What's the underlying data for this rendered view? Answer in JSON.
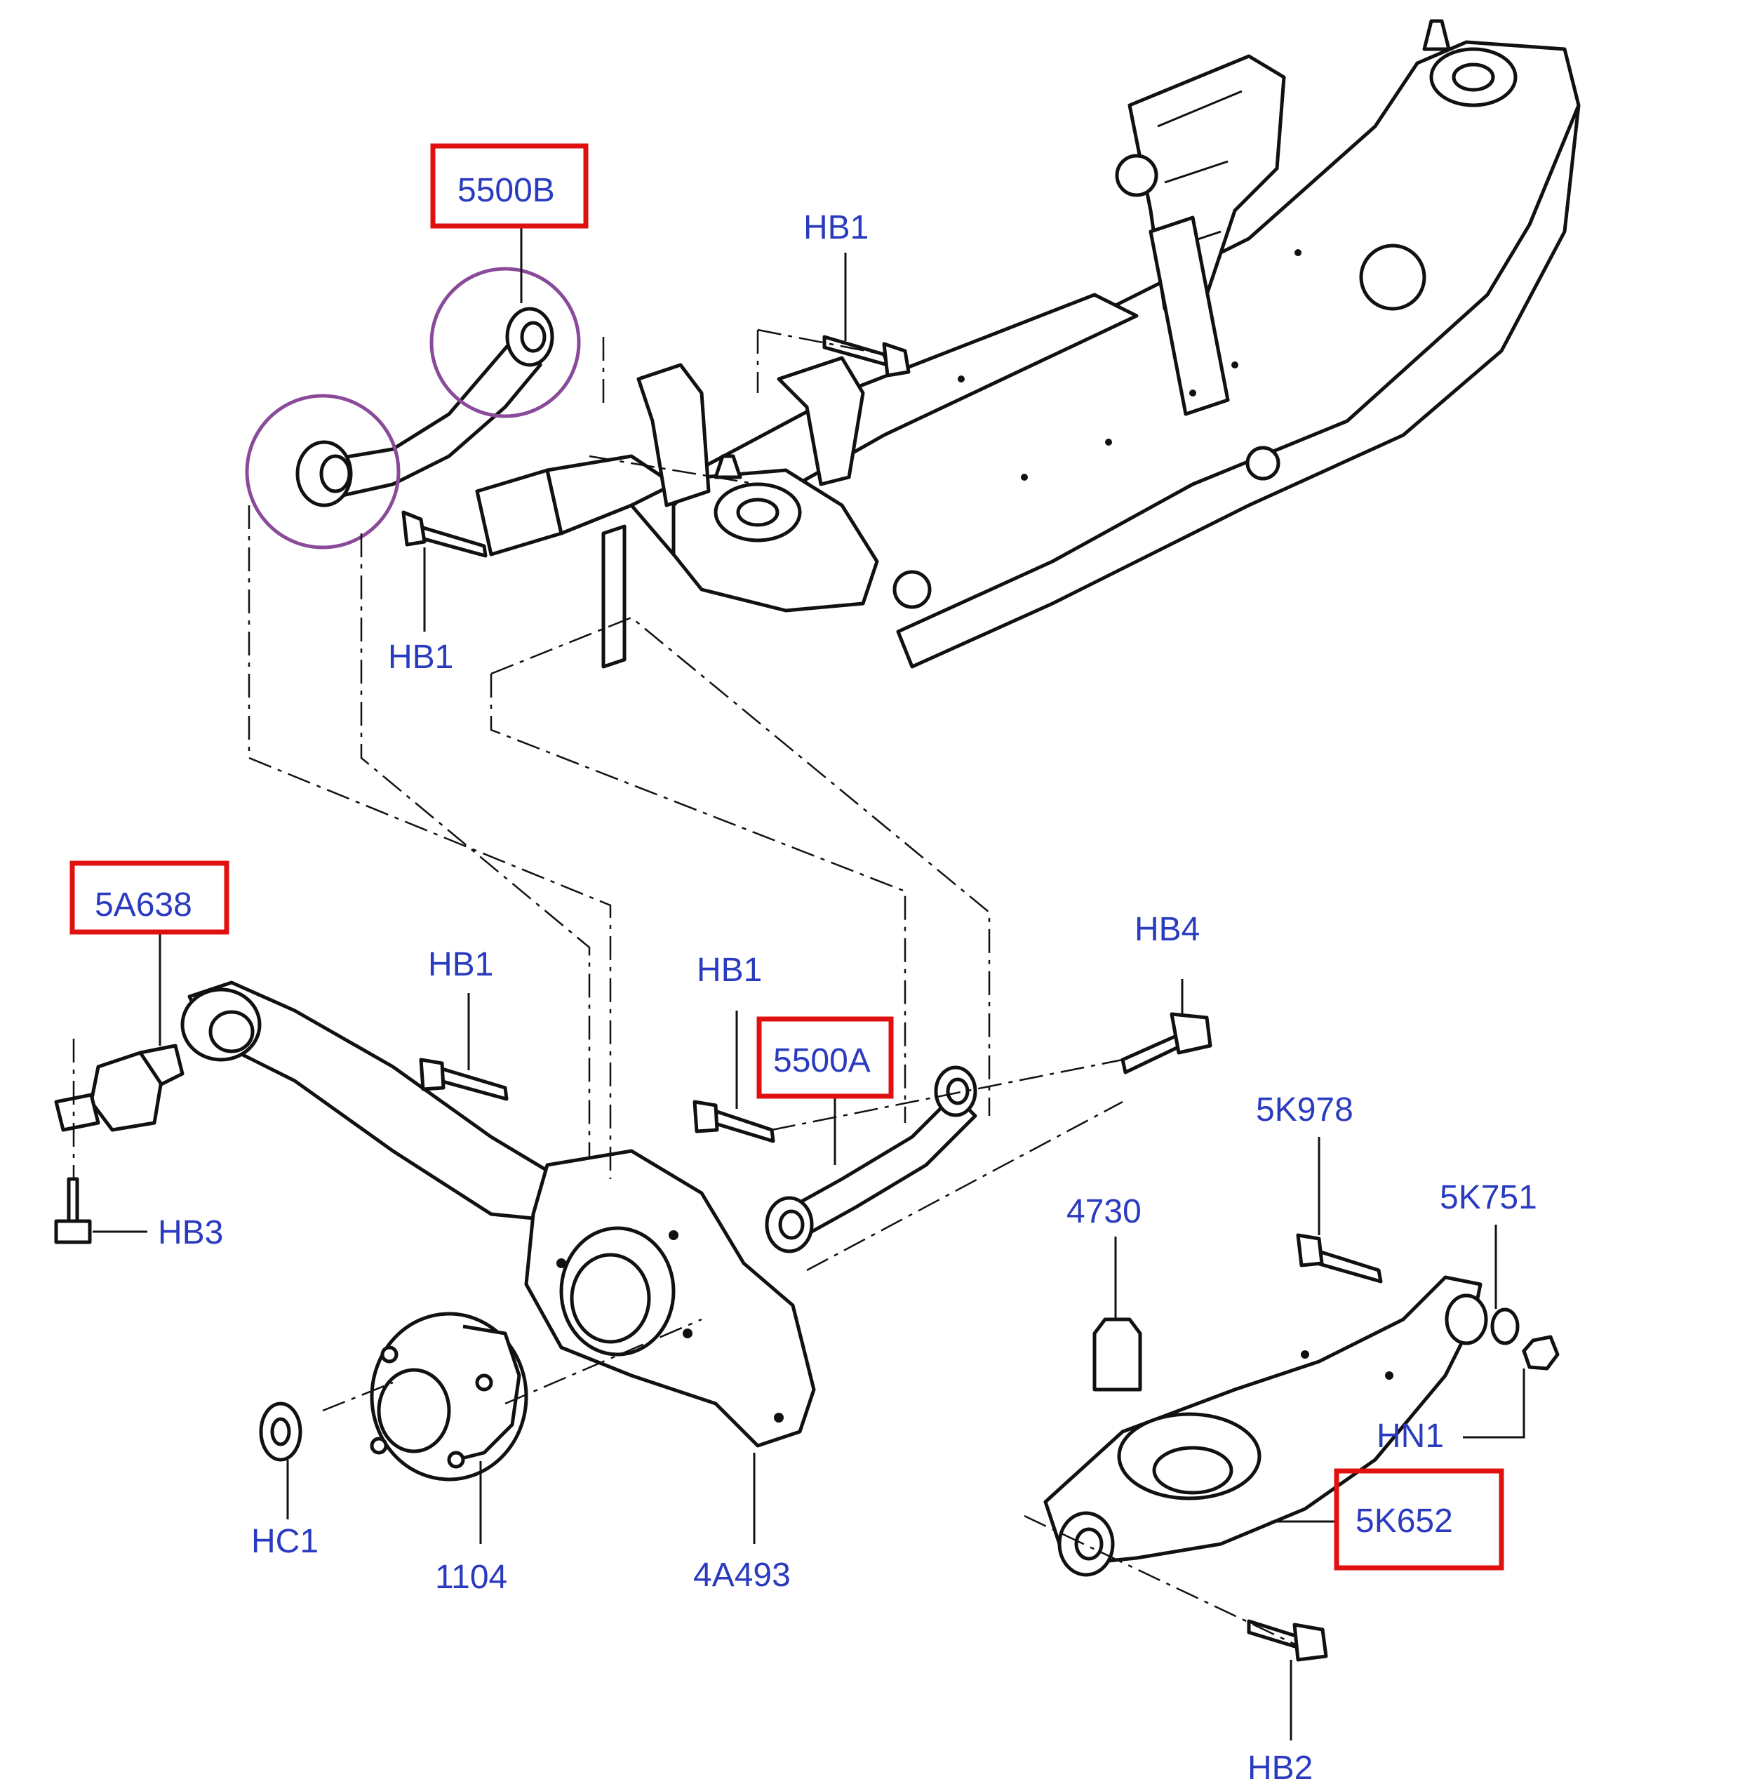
{
  "callouts": {
    "c5500B": "5500B",
    "hb1_top": "HB1",
    "hb1_mid": "HB1",
    "c5A638": "5A638",
    "hb1_knuckle": "HB1",
    "hb1_link": "HB1",
    "c5500A": "5500A",
    "hb4": "HB4",
    "c5K978": "5K978",
    "c4730": "4730",
    "c5K751": "5K751",
    "hb3": "HB3",
    "hn1": "HN1",
    "c5K652": "5K652",
    "hc1": "HC1",
    "c1104": "1104",
    "c4A493": "4A493",
    "hb2": "HB2"
  },
  "colors": {
    "callout_text": "#2a3bbf",
    "highlight_box": "#e01010",
    "highlight_circle": "#8a4a9a",
    "line": "#111111",
    "background": "#ffffff"
  }
}
